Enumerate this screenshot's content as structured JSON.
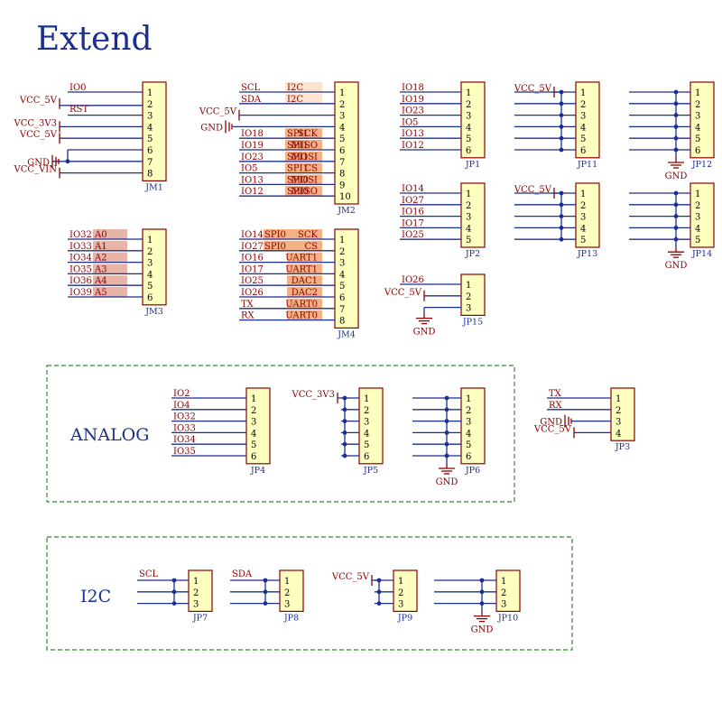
{
  "title": "Extend",
  "sections": [
    {
      "label": "ANALOG"
    },
    {
      "label": "I2C"
    }
  ],
  "headers": [
    {
      "ref": "JM1",
      "pins": [
        "1",
        "2",
        "3",
        "4",
        "5",
        "6",
        "7",
        "8"
      ],
      "nets": [
        {
          "pin": 1,
          "name": "IO0"
        },
        {
          "pin": 2,
          "name": "RST"
        }
      ],
      "power": [
        {
          "name": "VCC_5V",
          "pins": [
            2
          ]
        },
        {
          "name": "VCC_3V3",
          "pins": [
            4
          ]
        },
        {
          "name": "VCC_5V",
          "pins": [
            5
          ]
        },
        {
          "name": "GND",
          "pins": [
            6,
            7
          ]
        },
        {
          "name": "VCC_VIN",
          "pins": [
            8
          ]
        }
      ]
    },
    {
      "ref": "JM2",
      "pins": [
        "1",
        "2",
        "3",
        "4",
        "5",
        "6",
        "7",
        "8",
        "9",
        "10"
      ],
      "nets": [
        {
          "pin": 1,
          "name": "SCL",
          "func": "I2C"
        },
        {
          "pin": 2,
          "name": "SDA",
          "func": "I2C"
        },
        {
          "pin": 5,
          "name": "IO18",
          "func": "SPI1_SCK"
        },
        {
          "pin": 6,
          "name": "IO19",
          "func": "SPI1_MISO"
        },
        {
          "pin": 7,
          "name": "IO23",
          "func": "SPI1_MOSI"
        },
        {
          "pin": 8,
          "name": "IO5",
          "func": "SPI1_CS"
        },
        {
          "pin": 9,
          "name": "IO13",
          "func": "SPI0_MOSI"
        },
        {
          "pin": 10,
          "name": "IO12",
          "func": "SPI0_MISO"
        }
      ],
      "power": [
        {
          "name": "VCC_5V",
          "pins": [
            3
          ]
        },
        {
          "name": "GND",
          "pins": [
            4
          ]
        }
      ]
    },
    {
      "ref": "JM3",
      "pins": [
        "1",
        "2",
        "3",
        "4",
        "5",
        "6"
      ],
      "nets": [
        {
          "pin": 1,
          "name": "IO32",
          "func": "A0"
        },
        {
          "pin": 2,
          "name": "IO33",
          "func": "A1"
        },
        {
          "pin": 3,
          "name": "IO34",
          "func": "A2"
        },
        {
          "pin": 4,
          "name": "IO35",
          "func": "A3"
        },
        {
          "pin": 5,
          "name": "IO36",
          "func": "A4"
        },
        {
          "pin": 6,
          "name": "IO39",
          "func": "A5"
        }
      ]
    },
    {
      "ref": "JM4",
      "pins": [
        "1",
        "2",
        "3",
        "4",
        "5",
        "6",
        "7",
        "8"
      ],
      "nets": [
        {
          "pin": 1,
          "name": "IO14",
          "func": "SPI0_SCK"
        },
        {
          "pin": 2,
          "name": "IO27",
          "func": "SPI0_CS"
        },
        {
          "pin": 3,
          "name": "IO16",
          "func": "UART1"
        },
        {
          "pin": 4,
          "name": "IO17",
          "func": "UART1"
        },
        {
          "pin": 5,
          "name": "IO25",
          "func": "DAC1"
        },
        {
          "pin": 6,
          "name": "IO26",
          "func": "DAC2"
        },
        {
          "pin": 7,
          "name": "TX",
          "func": "UART0"
        },
        {
          "pin": 8,
          "name": "RX",
          "func": "UART0"
        }
      ]
    },
    {
      "ref": "JP1",
      "pins": [
        "1",
        "2",
        "3",
        "4",
        "5",
        "6"
      ],
      "nets": [
        "IO18",
        "IO19",
        "IO23",
        "IO5",
        "IO13",
        "IO12"
      ]
    },
    {
      "ref": "JP11",
      "pins": [
        "1",
        "2",
        "3",
        "4",
        "5",
        "6"
      ],
      "bus": "VCC_5V"
    },
    {
      "ref": "JP12",
      "pins": [
        "1",
        "2",
        "3",
        "4",
        "5",
        "6"
      ],
      "bus": "GND"
    },
    {
      "ref": "JP2",
      "pins": [
        "1",
        "2",
        "3",
        "4",
        "5"
      ],
      "nets": [
        "IO14",
        "IO27",
        "IO16",
        "IO17",
        "IO25"
      ]
    },
    {
      "ref": "JP13",
      "pins": [
        "1",
        "2",
        "3",
        "4",
        "5"
      ],
      "bus": "VCC_5V"
    },
    {
      "ref": "JP14",
      "pins": [
        "1",
        "2",
        "3",
        "4",
        "5"
      ],
      "bus": "GND"
    },
    {
      "ref": "JP15",
      "pins": [
        "1",
        "2",
        "3"
      ],
      "nets": [
        "IO26",
        "VCC_5V",
        "GND"
      ]
    },
    {
      "ref": "JP4",
      "pins": [
        "1",
        "2",
        "3",
        "4",
        "5",
        "6"
      ],
      "nets": [
        "IO2",
        "IO4",
        "IO32",
        "IO33",
        "IO34",
        "IO35"
      ]
    },
    {
      "ref": "JP5",
      "pins": [
        "1",
        "2",
        "3",
        "4",
        "5",
        "6"
      ],
      "bus": "VCC_3V3"
    },
    {
      "ref": "JP6",
      "pins": [
        "1",
        "2",
        "3",
        "4",
        "5",
        "6"
      ],
      "bus": "GND"
    },
    {
      "ref": "JP3",
      "pins": [
        "1",
        "2",
        "3",
        "4"
      ],
      "nets": [
        "TX",
        "RX",
        "GND",
        "VCC_5V"
      ]
    },
    {
      "ref": "JP7",
      "pins": [
        "1",
        "2",
        "3"
      ],
      "bus": "SCL"
    },
    {
      "ref": "JP8",
      "pins": [
        "1",
        "2",
        "3"
      ],
      "bus": "SDA"
    },
    {
      "ref": "JP9",
      "pins": [
        "1",
        "2",
        "3"
      ],
      "bus": "VCC_5V"
    },
    {
      "ref": "JP10",
      "pins": [
        "1",
        "2",
        "3"
      ],
      "bus": "GND"
    }
  ],
  "colors": {
    "title": "#1a2f8f",
    "wire": "#1a2f8f",
    "net_label": "#8b0000",
    "header_fill": "#ffffc0",
    "highlight_orange": "#f4b183",
    "highlight_pink": "#e8b4a8",
    "section_border": "#2e8b2e"
  }
}
